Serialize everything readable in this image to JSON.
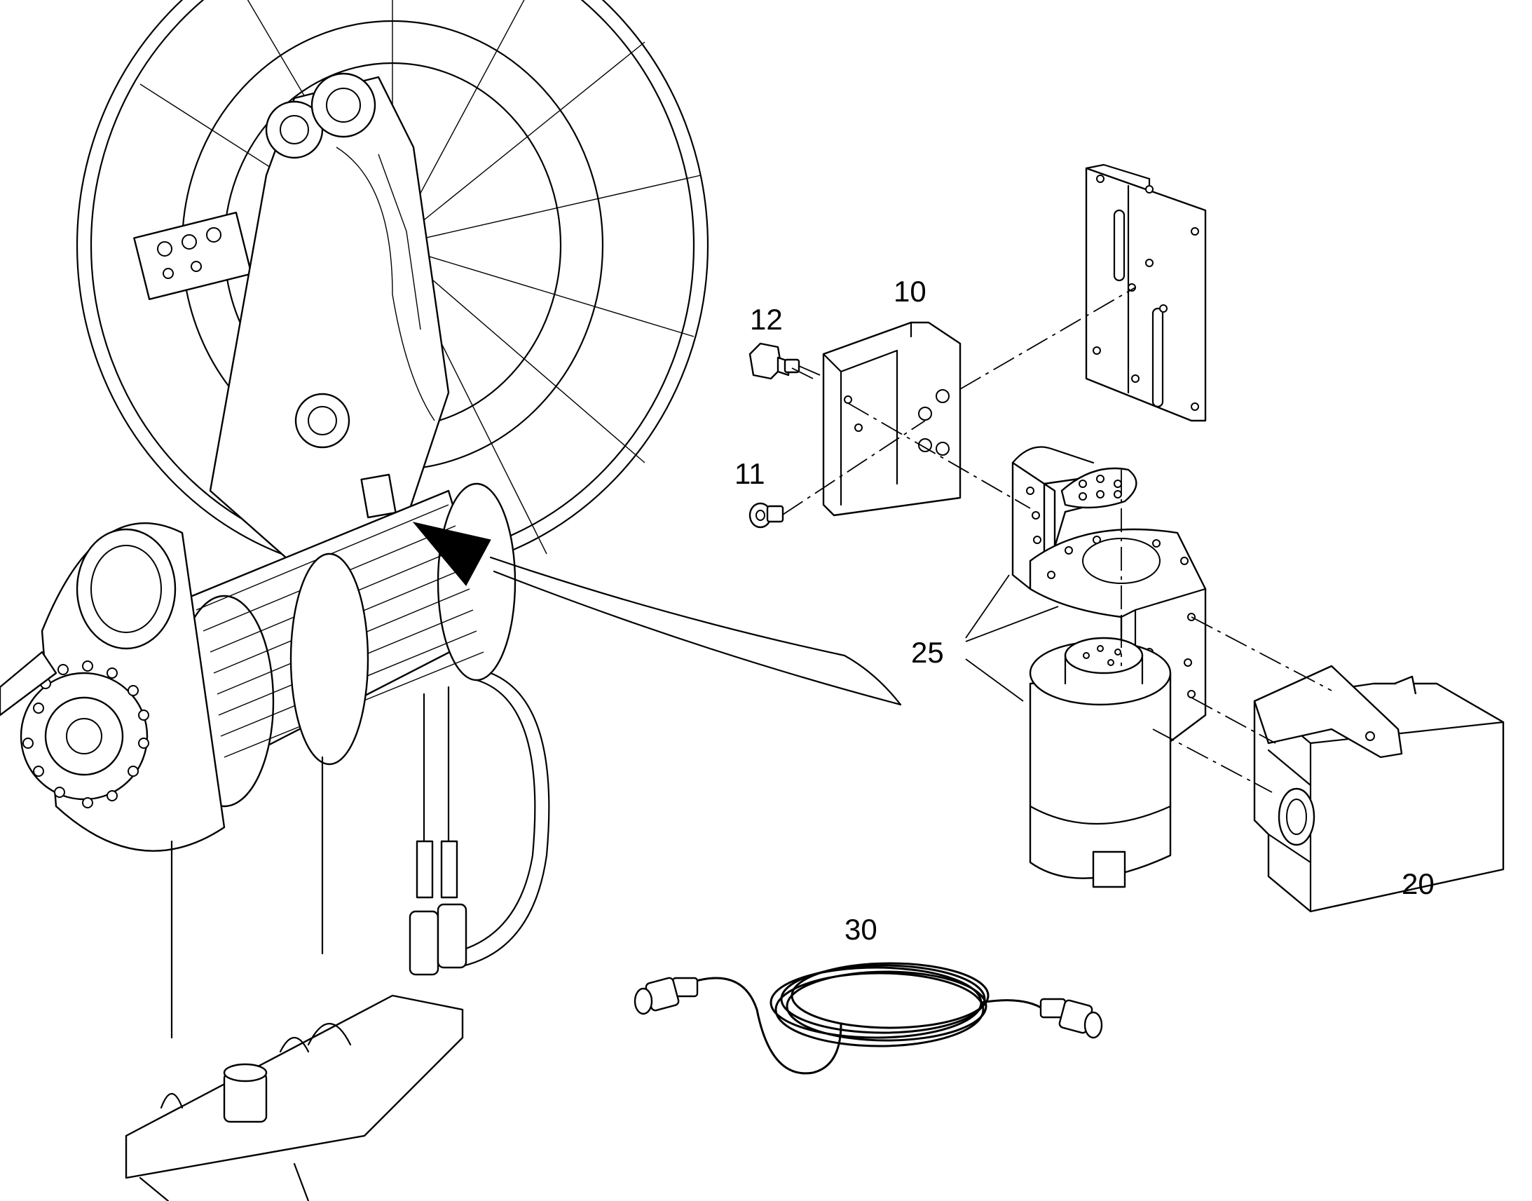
{
  "callouts": [
    {
      "id": "label-10",
      "text": "10"
    },
    {
      "id": "label-11",
      "text": "11"
    },
    {
      "id": "label-12",
      "text": "12"
    },
    {
      "id": "label-20",
      "text": "20"
    },
    {
      "id": "label-25",
      "text": "25"
    },
    {
      "id": "label-30",
      "text": "30"
    }
  ],
  "colors": {
    "line": "#000000",
    "background": "#ffffff"
  }
}
